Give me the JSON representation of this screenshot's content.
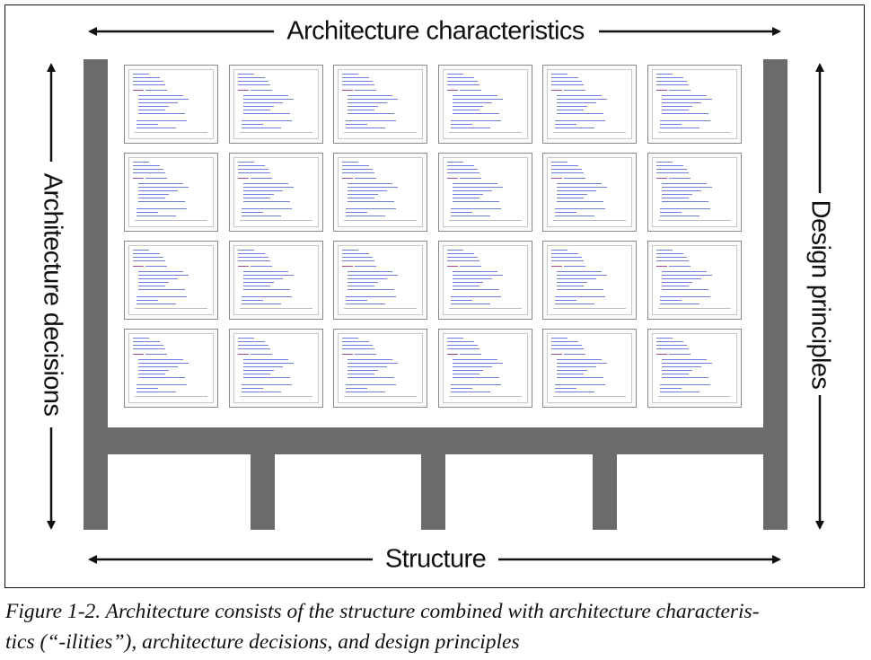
{
  "labels": {
    "top": "Architecture characteristics",
    "bottom": "Structure",
    "left": "Architecture decisions",
    "right": "Design principles"
  },
  "caption": {
    "line1": "Figure 1-2. Architecture consists of the structure combined with architecture characteris-",
    "line2": "tics (“-ilities”), architecture decisions, and design principles"
  },
  "colors": {
    "structure_gray": "#6b6b6b",
    "text": "#111111",
    "code_blue": "#6f7fd8"
  },
  "code_screenshots": {
    "rows": 4,
    "columns": 6
  }
}
